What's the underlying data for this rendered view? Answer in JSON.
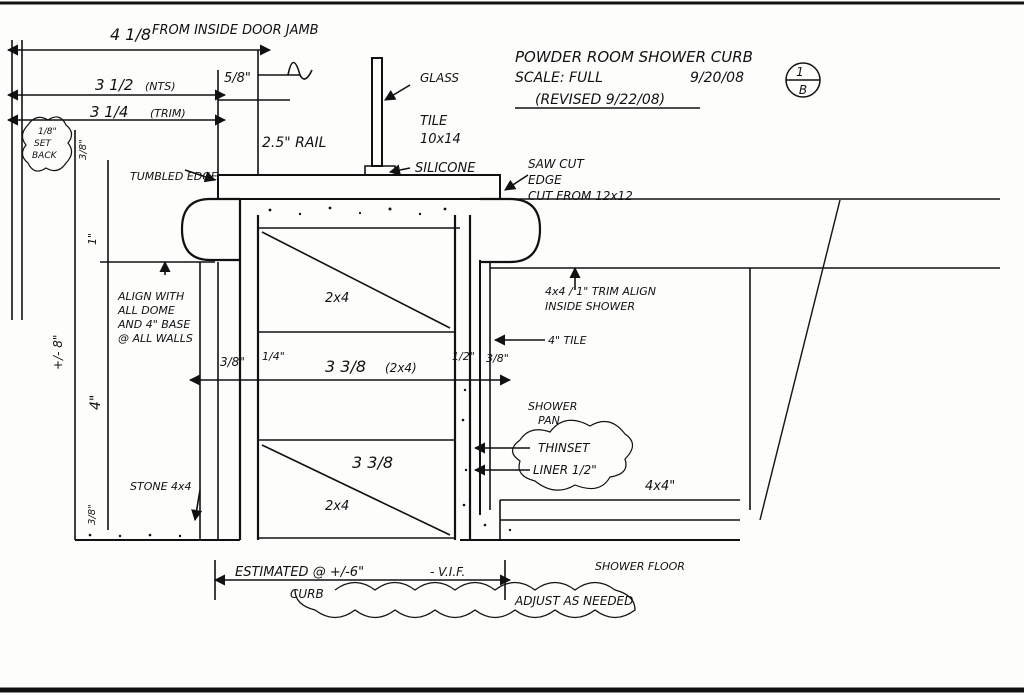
{
  "title_block": {
    "title": "POWDER ROOM SHOWER CURB",
    "scale": "SCALE: FULL",
    "date": "9/20/08",
    "revised": "(REVISED 9/22/08)",
    "sheet_num": "1",
    "sheet_letter": "B"
  },
  "dimensions": {
    "top_overall": "4 1/8",
    "top_overall_note": "FROM INSIDE DOOR JAMB",
    "width_nts": "3 1/2",
    "width_nts_note": "(NTS)",
    "width_trim": "3 1/4",
    "width_trim_note": "(TRIM)",
    "rail_offset": "5/8\"",
    "set_back_1": "1/8\"",
    "set_back_2": "SET",
    "set_back_3": "BACK",
    "left_small": "3/8\"",
    "one_inch": "1\"",
    "left_height": "4\"",
    "left_height_tol": "+/- 8\"",
    "center_2x4_width": "3 3/8",
    "center_2x4_note": "(2x4)",
    "left_3_8": "3/8\"",
    "left_1_4": "1/4\"",
    "right_1_2": "1/2\"",
    "right_3_8": "3/8\"",
    "lower_3_3_8": "3 3/8",
    "bottom_3_8": "3/8\"",
    "estimated": "ESTIMATED @ +/-6\"",
    "vif": "- V.I.F.",
    "curb": "CURB"
  },
  "labels": {
    "rail": "2.5\" RAIL",
    "glass": "GLASS",
    "tile": "TILE",
    "tile_size": "10x14",
    "silicone": "SILICONE",
    "tumbled_edge": "TUMBLED EDGE",
    "saw_cut_1": "SAW CUT",
    "saw_cut_2": "EDGE",
    "saw_cut_3": "CUT FROM 12x12",
    "align_1": "ALIGN WITH",
    "align_2": "ALL DOME",
    "align_3": "AND 4\" BASE",
    "align_4": "@ ALL WALLS",
    "trim_align_1": "4x4 / 1\" TRIM ALIGN",
    "trim_align_2": "INSIDE SHOWER",
    "four_tile": "4\" TILE",
    "shower_pan_1": "SHOWER",
    "shower_pan_2": "PAN",
    "thinset": "THINSET",
    "liner": "LINER 1/2\"",
    "tile_4x4": "4x4\"",
    "stone": "STONE 4x4",
    "stud_top": "2x4",
    "stud_bottom": "2x4",
    "shower_floor": "SHOWER FLOOR",
    "adjust": "ADJUST AS NEEDED"
  }
}
